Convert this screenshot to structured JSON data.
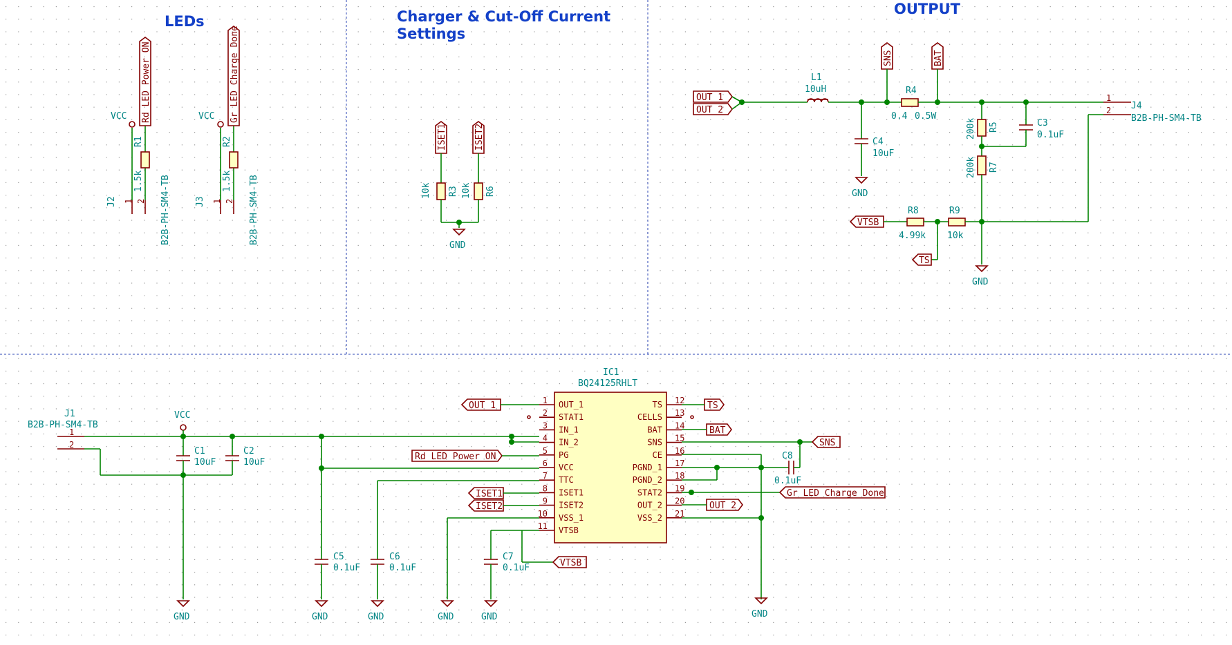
{
  "sections": {
    "leds": "LEDs",
    "charger_line1": "Charger & Cut-Off Current",
    "charger_line2": "Settings",
    "output": "OUTPUT"
  },
  "ic1": {
    "ref": "IC1",
    "value": "BQ24125RHLT",
    "left_pins": [
      {
        "num": "1",
        "name": "OUT_1"
      },
      {
        "num": "2",
        "name": "STAT1"
      },
      {
        "num": "3",
        "name": "IN_1"
      },
      {
        "num": "4",
        "name": "IN_2"
      },
      {
        "num": "5",
        "name": "PG"
      },
      {
        "num": "6",
        "name": "VCC"
      },
      {
        "num": "7",
        "name": "TTC"
      },
      {
        "num": "8",
        "name": "ISET1"
      },
      {
        "num": "9",
        "name": "ISET2"
      },
      {
        "num": "10",
        "name": "VSS_1"
      },
      {
        "num": "11",
        "name": "VTSB"
      }
    ],
    "right_pins": [
      {
        "num": "12",
        "name": "TS"
      },
      {
        "num": "13",
        "name": "CELLS"
      },
      {
        "num": "14",
        "name": "BAT"
      },
      {
        "num": "15",
        "name": "SNS"
      },
      {
        "num": "16",
        "name": "CE"
      },
      {
        "num": "17",
        "name": "PGND_1"
      },
      {
        "num": "18",
        "name": "PGND_2"
      },
      {
        "num": "19",
        "name": "STAT2"
      },
      {
        "num": "20",
        "name": "OUT_2"
      },
      {
        "num": "21",
        "name": "VSS_2"
      }
    ]
  },
  "labels": {
    "rd_led_power_on": "Rd_LED_Power_ON",
    "gr_led_charge_done": "Gr_LED_Charge_Done",
    "iset1": "ISET1",
    "iset2": "ISET2",
    "sns": "SNS",
    "bat": "BAT",
    "out_1": "OUT_1",
    "out_2": "OUT_2",
    "vtsb": "VTSB",
    "ts": "TS"
  },
  "components": {
    "R1": {
      "ref": "R1",
      "value": "1.5k"
    },
    "R2": {
      "ref": "R2",
      "value": "1.5k"
    },
    "R3": {
      "ref": "R3",
      "value": "10k"
    },
    "R6": {
      "ref": "R6",
      "value": "10k"
    },
    "R4": {
      "ref": "R4",
      "value": "0.4",
      "rating": "0.5W"
    },
    "R5": {
      "ref": "R5",
      "value": "200k"
    },
    "R7": {
      "ref": "R7",
      "value": "200k"
    },
    "R8": {
      "ref": "R8",
      "value": "4.99k"
    },
    "R9": {
      "ref": "R9",
      "value": "10k"
    },
    "L1": {
      "ref": "L1",
      "value": "10uH"
    },
    "C1": {
      "ref": "C1",
      "value": "10uF"
    },
    "C2": {
      "ref": "C2",
      "value": "10uF"
    },
    "C3": {
      "ref": "C3",
      "value": "0.1uF"
    },
    "C4": {
      "ref": "C4",
      "value": "10uF"
    },
    "C5": {
      "ref": "C5",
      "value": "0.1uF"
    },
    "C6": {
      "ref": "C6",
      "value": "0.1uF"
    },
    "C7": {
      "ref": "C7",
      "value": "0.1uF"
    },
    "C8": {
      "ref": "C8",
      "value": "0.1uF"
    },
    "J1": {
      "ref": "J1",
      "value": "B2B-PH-SM4-TB"
    },
    "J2": {
      "ref": "J2",
      "value": "B2B-PH-SM4-TB"
    },
    "J3": {
      "ref": "J3",
      "value": "B2B-PH-SM4-TB"
    },
    "J4": {
      "ref": "J4",
      "value": "B2B-PH-SM4-TB"
    }
  },
  "power": {
    "vcc": "VCC",
    "gnd": "GND"
  },
  "pin_numbers": {
    "p1": "1",
    "p2": "2"
  }
}
